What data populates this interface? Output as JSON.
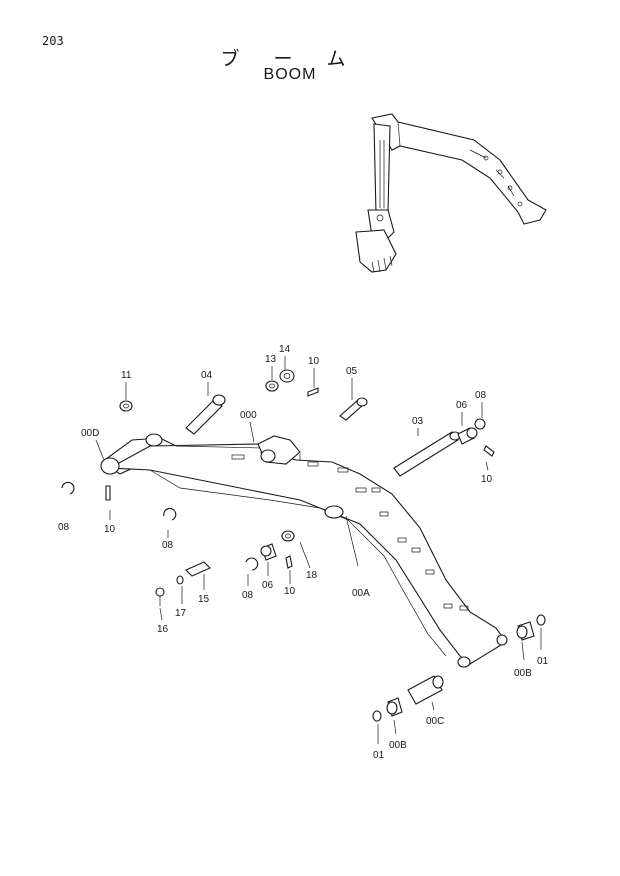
{
  "page": {
    "number": "203"
  },
  "title": {
    "japanese": "ブ ー ム",
    "english": "BOOM"
  },
  "callouts": {
    "c11": "11",
    "c04": "04",
    "c13": "13",
    "c14": "14",
    "c10a": "10",
    "c05": "05",
    "c000": "000",
    "c00d": "00D",
    "c06a": "06",
    "c08a": "08",
    "c03": "03",
    "c10b": "10",
    "c08b": "08",
    "c10c": "10",
    "c08c": "08",
    "c16": "16",
    "c17": "17",
    "c15": "15",
    "c08d": "08",
    "c06b": "06",
    "c10d": "10",
    "c18": "18",
    "c00a": "00A",
    "c00b1": "00B",
    "c01a": "01",
    "c00c": "00C",
    "c01b": "01",
    "c00b2": "00B"
  }
}
